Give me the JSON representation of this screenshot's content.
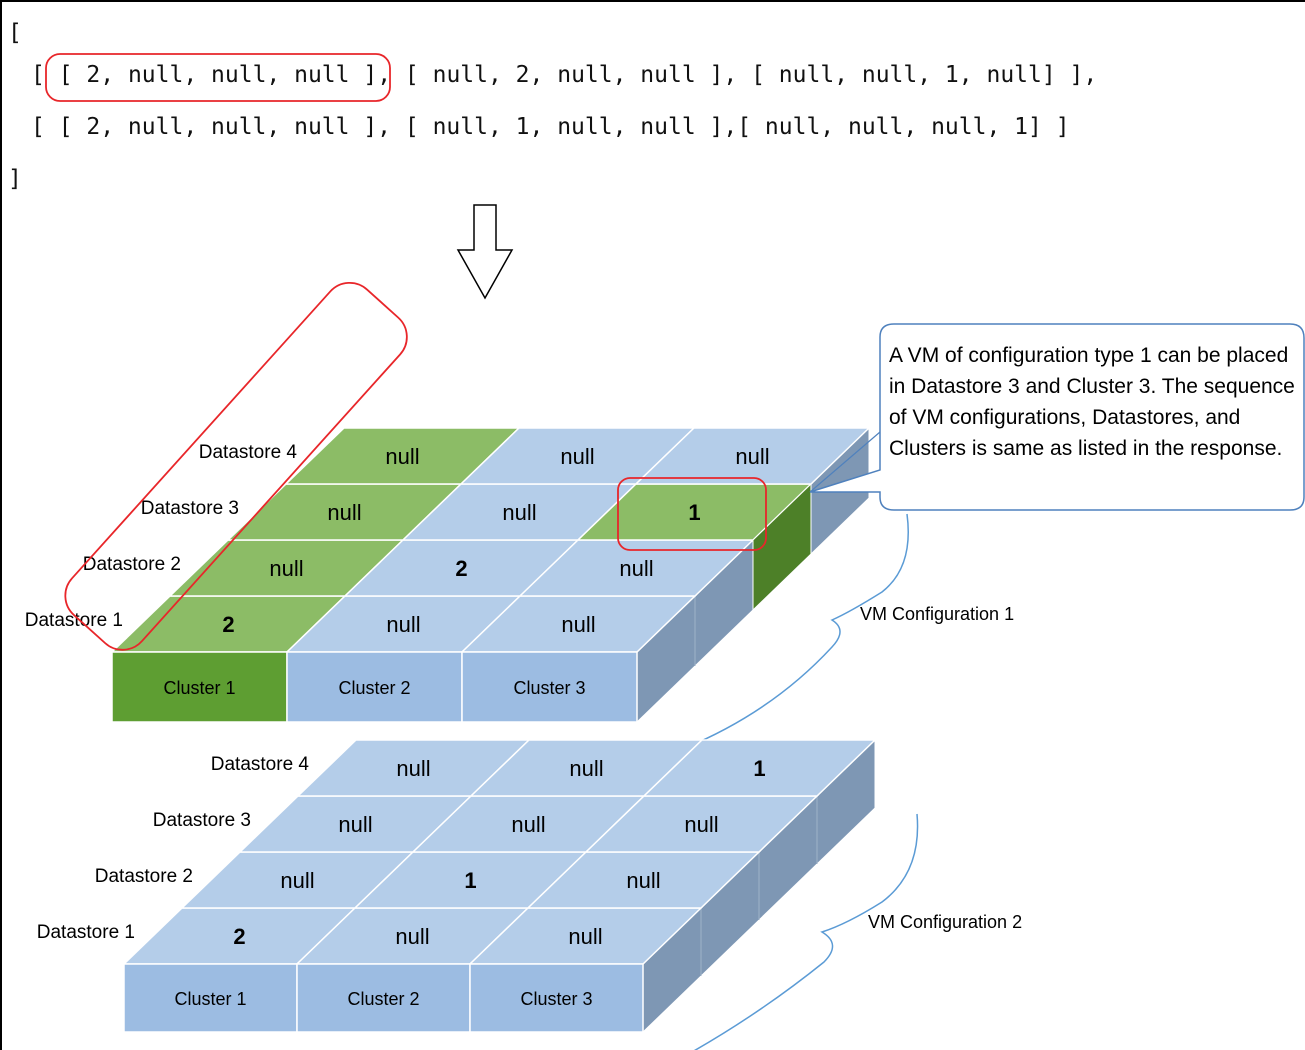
{
  "code": {
    "open": "[",
    "line1_group1": "[ 2, null, null, null ]",
    "line1_prefix": "[ ",
    "line1_rest": ", [ null, 2, null, null ], [ null, null, 1, null] ],",
    "line2": "[ [ 2, null, null, null ], [ null, 1, null, null ],[ null, null, null, 1] ]",
    "close": "]"
  },
  "datastores": [
    "Datastore 1",
    "Datastore 2",
    "Datastore 3",
    "Datastore 4"
  ],
  "clusters": [
    "Cluster 1",
    "Cluster 2",
    "Cluster 3"
  ],
  "configurations": [
    {
      "label": "VM Configuration 1",
      "grid": [
        [
          "2",
          "null",
          "null"
        ],
        [
          "null",
          "2",
          "null"
        ],
        [
          "null",
          "null",
          "1"
        ],
        [
          "null",
          "null",
          "null"
        ]
      ]
    },
    {
      "label": "VM Configuration 2",
      "grid": [
        [
          "2",
          "null",
          "null"
        ],
        [
          "null",
          "1",
          "null"
        ],
        [
          "null",
          "null",
          "null"
        ],
        [
          "null",
          "null",
          "1"
        ]
      ]
    }
  ],
  "callout": {
    "text": "A VM of  configuration type 1 can be placed in Datastore 3 and Cluster 3. The sequence of VM configurations, Datastores, and Clusters is same as listed in the response."
  },
  "colors": {
    "blue_top": "#b4cde9",
    "blue_front": "#9cbce2",
    "blue_side": "#7e97b4",
    "green_top": "#8cbc66",
    "green_front": "#5e9e32",
    "green_side": "#4d8028",
    "highlight": "#e8262a",
    "callout_border": "#4f81bd",
    "bracket": "#5b9bd5"
  }
}
